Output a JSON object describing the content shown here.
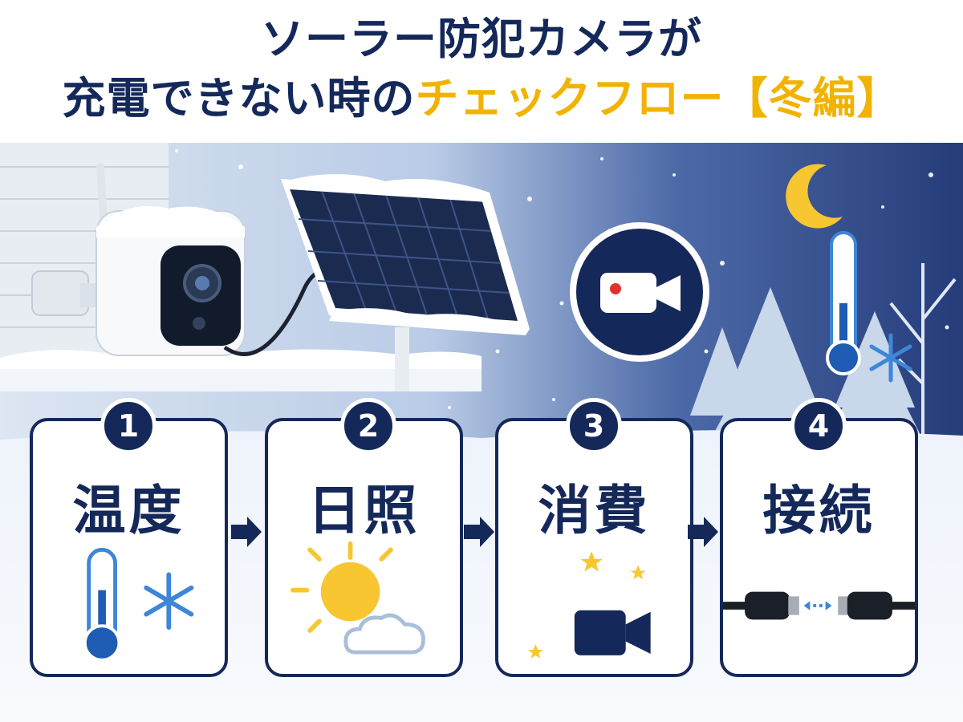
{
  "title": {
    "line1": "ソーラー防犯カメラが",
    "line2_prefix": "充電できない時の",
    "line2_highlight": "チェックフロー【冬編】"
  },
  "colors": {
    "navy": "#14285a",
    "accent_yellow": "#f2b300",
    "ice_blue": "#3d86d8"
  },
  "steps": [
    {
      "number": "1",
      "label": "温度",
      "icon": "thermometer-snowflake-icon"
    },
    {
      "number": "2",
      "label": "日照",
      "icon": "sun-cloud-icon"
    },
    {
      "number": "3",
      "label": "消費",
      "icon": "moon-camera-icon"
    },
    {
      "number": "4",
      "label": "接続",
      "icon": "cable-connector-icon"
    }
  ]
}
